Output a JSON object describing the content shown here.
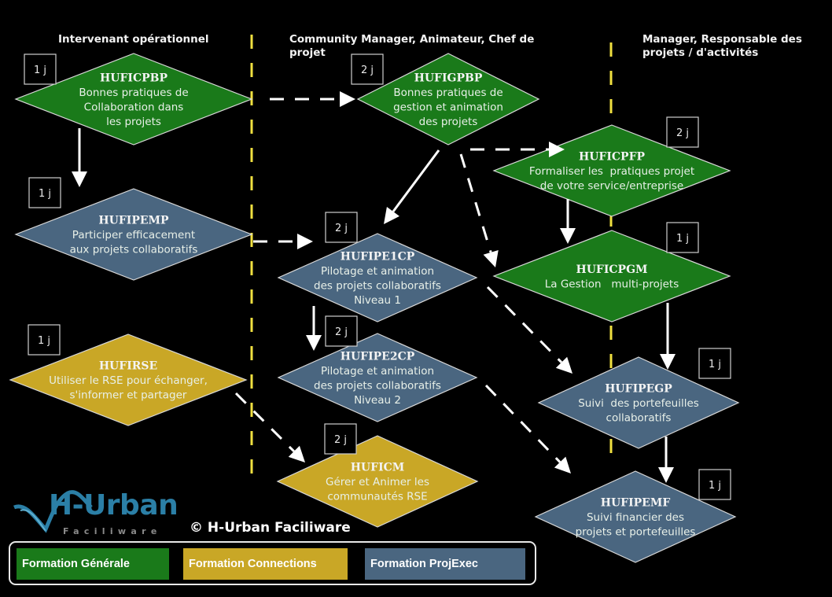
{
  "columns": [
    {
      "title_lines": [
        "Intervenant opérationnel"
      ]
    },
    {
      "title_lines": [
        "Community Manager, Animateur, Chef de",
        "projet"
      ]
    },
    {
      "title_lines": [
        "Manager, Responsable des",
        "projets / d'activités"
      ]
    }
  ],
  "colors": {
    "generale": "#1a7a1a",
    "connections": "#c9a726",
    "projexec": "#4a6680",
    "lane_divider": "#f0e040",
    "arrow": "#ffffff"
  },
  "nodes": [
    {
      "id": "HUFICPBP",
      "code": "HUFICPBP",
      "lines": [
        "Bonnes pratiques de",
        "Collaboration dans",
        "les projets"
      ],
      "duration": "1 j",
      "category": "generale"
    },
    {
      "id": "HUFIGPBP",
      "code": "HUFIGPBP",
      "lines": [
        "Bonnes pratiques de",
        "gestion et animation",
        "des projets"
      ],
      "duration": "2 j",
      "category": "generale"
    },
    {
      "id": "HUFICPFP",
      "code": "HUFICPFP",
      "lines": [
        "Formaliser les  pratiques projet",
        "de votre service/entreprise"
      ],
      "duration": "2 j",
      "category": "generale"
    },
    {
      "id": "HUFIPEMP",
      "code": "HUFIPEMP",
      "lines": [
        "Participer efficacement",
        "aux projets collaboratifs"
      ],
      "duration": "1 j",
      "category": "projexec"
    },
    {
      "id": "HUFIPE1CP",
      "code": "HUFIPE1CP",
      "lines": [
        "Pilotage et animation",
        "des projets collaboratifs",
        "Niveau 1"
      ],
      "duration": "2 j",
      "category": "projexec"
    },
    {
      "id": "HUFICPGM",
      "code": "HUFICPGM",
      "lines": [
        "La Gestion   multi-projets"
      ],
      "duration": "1 j",
      "category": "generale"
    },
    {
      "id": "HUFIPE2CP",
      "code": "HUFIPE2CP",
      "lines": [
        "Pilotage et animation",
        "des projets collaboratifs",
        "Niveau 2"
      ],
      "duration": "2 j",
      "category": "projexec"
    },
    {
      "id": "HUFIRSE",
      "code": "HUFIRSE",
      "lines": [
        "Utiliser le RSE pour échanger,",
        "s'informer et partager"
      ],
      "duration": "1 j",
      "category": "connections"
    },
    {
      "id": "HUFIPEGP",
      "code": "HUFIPEGP",
      "lines": [
        "Suivi  des portefeuilles",
        "collaboratifs"
      ],
      "duration": "1 j",
      "category": "projexec"
    },
    {
      "id": "HUFICM",
      "code": "HUFICM",
      "lines": [
        "Gérer et Animer les",
        "communautés RSE"
      ],
      "duration": "2 j",
      "category": "connections"
    },
    {
      "id": "HUFIPEMF",
      "code": "HUFIPEMF",
      "lines": [
        "Suivi financier des",
        "projets et portefeuilles"
      ],
      "duration": "1 j",
      "category": "projexec"
    }
  ],
  "edges": [
    {
      "from": "HUFICPBP",
      "to": "HUFIGPBP",
      "style": "dashed"
    },
    {
      "from": "HUFICPBP",
      "to": "HUFIPEMP",
      "style": "solid"
    },
    {
      "from": "HUFIGPBP",
      "to": "HUFIPE1CP",
      "style": "solid"
    },
    {
      "from": "HUFIGPBP",
      "to": "HUFICPFP",
      "style": "dashed"
    },
    {
      "from": "HUFIGPBP",
      "to": "HUFICPGM",
      "style": "dashed"
    },
    {
      "from": "HUFICPFP",
      "to": "HUFICPGM",
      "style": "solid"
    },
    {
      "from": "HUFIPEMP",
      "to": "HUFIPE1CP",
      "style": "dashed"
    },
    {
      "from": "HUFIPE1CP",
      "to": "HUFIPE2CP",
      "style": "solid"
    },
    {
      "from": "HUFIPE1CP",
      "to": "HUFIPEGP",
      "style": "dashed"
    },
    {
      "from": "HUFICPGM",
      "to": "HUFIPEGP",
      "style": "solid"
    },
    {
      "from": "HUFIPE2CP",
      "to": "HUFIPEMF",
      "style": "dashed"
    },
    {
      "from": "HUFIRSE",
      "to": "HUFICM",
      "style": "dashed"
    },
    {
      "from": "HUFIPEGP",
      "to": "HUFIPEMF",
      "style": "solid"
    }
  ],
  "legend": [
    {
      "label": "Formation Générale",
      "category": "generale"
    },
    {
      "label": "Formation Connections",
      "category": "connections"
    },
    {
      "label": "Formation ProjExec",
      "category": "projexec"
    }
  ],
  "logo": {
    "name": "H-Urban",
    "subtitle": "Faciliware"
  },
  "copyright": "© H-Urban Faciliware"
}
